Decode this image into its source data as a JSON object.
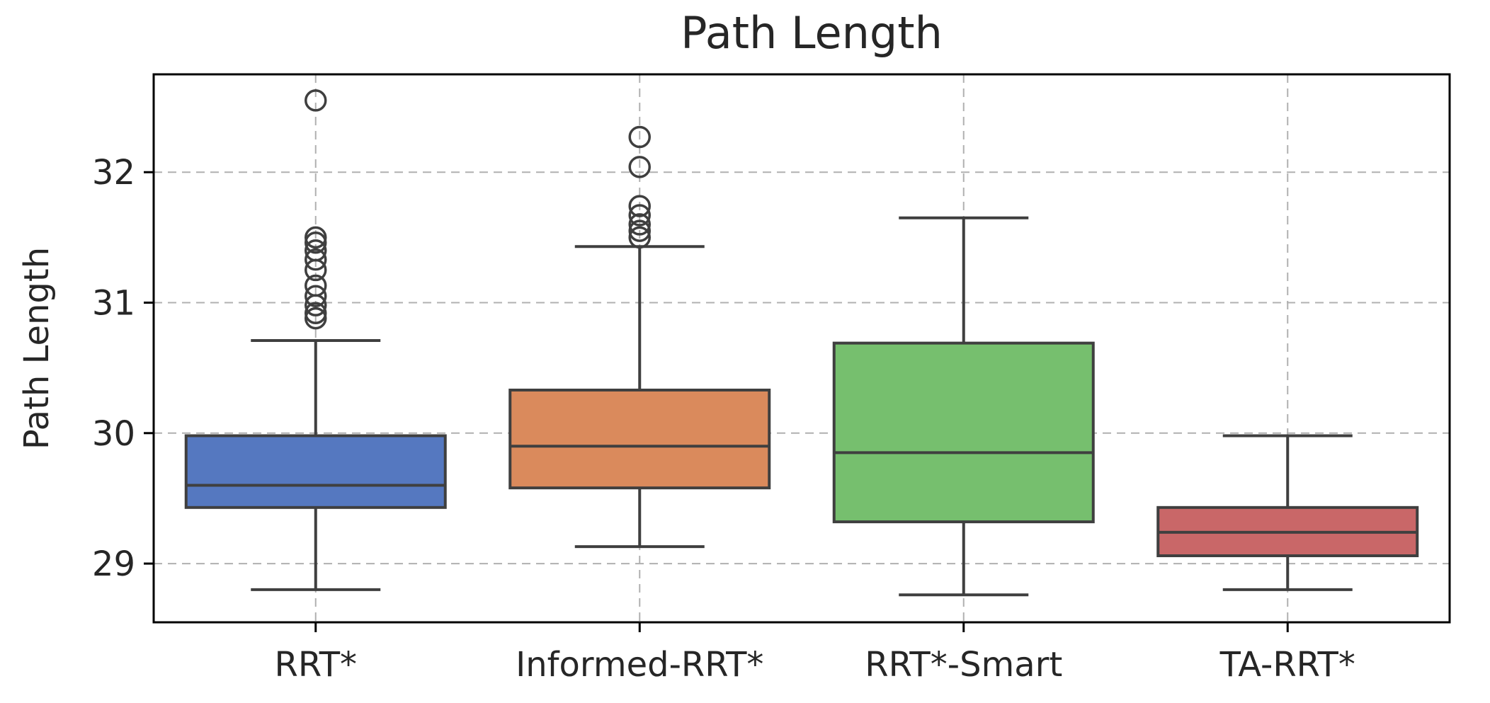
{
  "chart_data": {
    "type": "box",
    "title": "Path Length",
    "xlabel": "",
    "ylabel": "Path Length",
    "ylim": [
      28.55,
      32.75
    ],
    "yticks": [
      29,
      30,
      31,
      32
    ],
    "grid": true,
    "categories": [
      "RRT*",
      "Informed-RRT*",
      "RRT*-Smart",
      "TA-RRT*"
    ],
    "boxes": [
      {
        "category": "RRT*",
        "q1": 29.43,
        "median": 29.6,
        "q3": 29.98,
        "whisker_low": 28.8,
        "whisker_high": 30.71,
        "outliers": [
          32.55,
          31.5,
          31.46,
          31.4,
          31.33,
          31.25,
          31.13,
          31.05,
          30.98,
          30.92,
          30.88
        ],
        "color": "#5578c0"
      },
      {
        "category": "Informed-RRT*",
        "q1": 29.58,
        "median": 29.9,
        "q3": 30.33,
        "whisker_low": 29.13,
        "whisker_high": 31.43,
        "outliers": [
          32.27,
          32.04,
          31.74,
          31.67,
          31.6,
          31.55,
          31.5
        ],
        "color": "#da8a5c"
      },
      {
        "category": "RRT*-Smart",
        "q1": 29.32,
        "median": 29.85,
        "q3": 30.69,
        "whisker_low": 28.76,
        "whisker_high": 31.65,
        "outliers": [],
        "color": "#76bf6e"
      },
      {
        "category": "TA-RRT*",
        "q1": 29.06,
        "median": 29.24,
        "q3": 29.43,
        "whisker_low": 28.8,
        "whisker_high": 29.98,
        "outliers": [],
        "color": "#c96768"
      }
    ]
  }
}
